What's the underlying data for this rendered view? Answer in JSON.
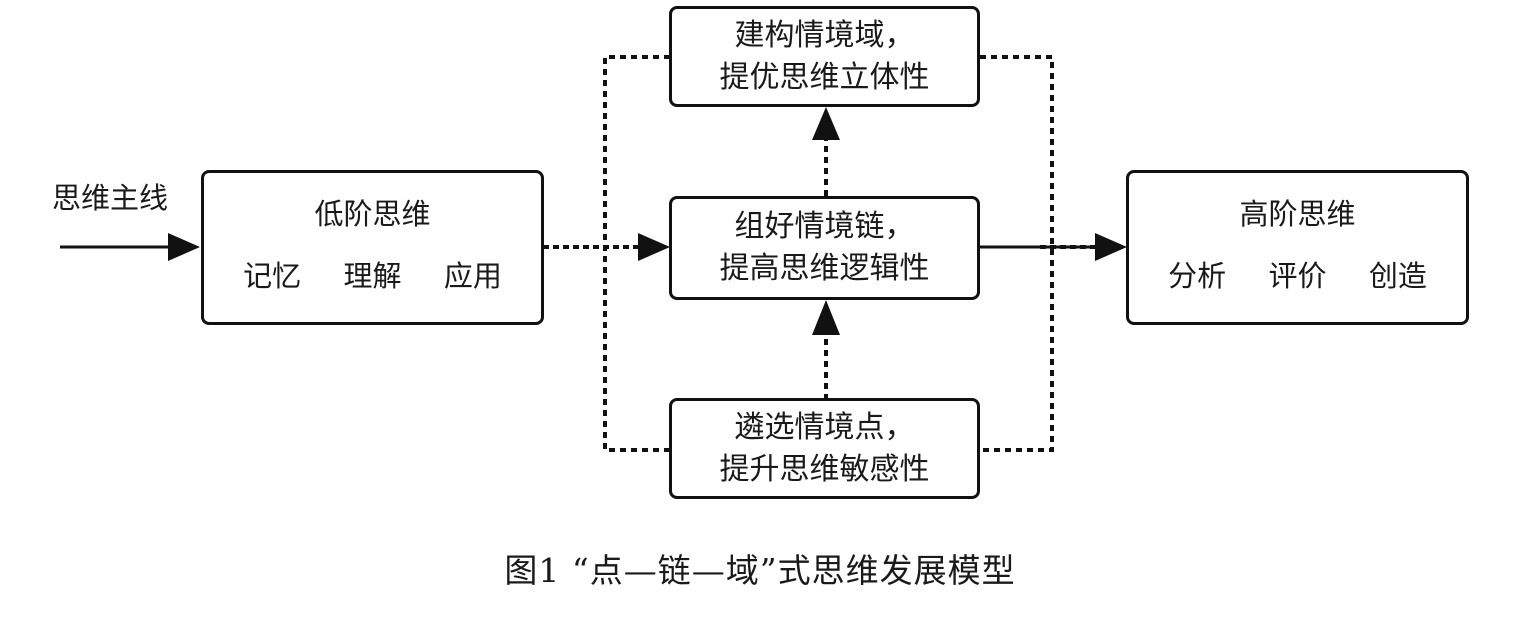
{
  "main_thread_label": "思维主线",
  "low_order": {
    "title": "低阶思维",
    "items": [
      "记忆",
      "理解",
      "应用"
    ]
  },
  "domain_box": {
    "line1": "建构情境域，",
    "line2": "提优思维立体性"
  },
  "chain_box": {
    "line1": "组好情境链，",
    "line2": "提高思维逻辑性"
  },
  "point_box": {
    "line1": "遴选情境点，",
    "line2": "提升思维敏感性"
  },
  "high_order": {
    "title": "高阶思维",
    "items": [
      "分析",
      "评价",
      "创造"
    ]
  },
  "caption": "图1 “点—链—域”式思维发展模型"
}
